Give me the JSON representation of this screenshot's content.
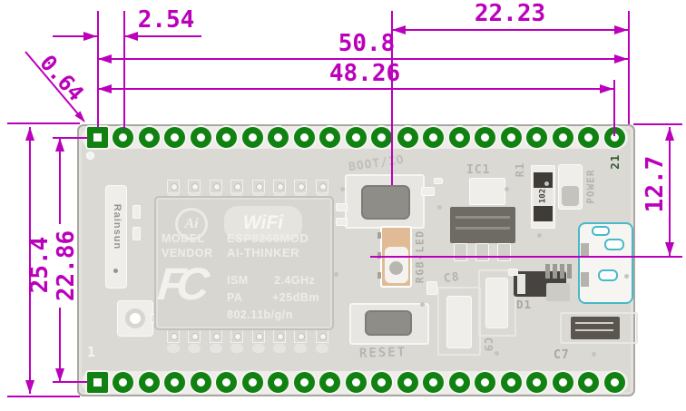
{
  "colors": {
    "dimension": "#bb00bb",
    "pad_green": "#118211",
    "usb_outline": "#49b8c8",
    "silkscreen": "#b6b4ae",
    "pin21_green": "#2d5a33"
  },
  "dimensions": {
    "pitch": "2.54",
    "right_span": "22.23",
    "full_width": "50.8",
    "pin_span": "48.26",
    "pad_offset": "0.64",
    "board_height": "25.4",
    "row_span": "22.86",
    "half_height": "12.7"
  },
  "board": {
    "pin_rows": 2,
    "pins_per_row": 21,
    "pin1_label": "1",
    "pin21_label": "21",
    "antenna_label": "Rainsun",
    "labels": {
      "boot": "BOOT/IO",
      "ic1": "IC1",
      "r1": "R1",
      "power": "POWER",
      "rgb_led": "RGB-LED",
      "reset": "RESET",
      "c8": "C8",
      "c9": "C9",
      "d1": "D1",
      "c7": "C7"
    },
    "r1_marking": "102",
    "module": {
      "logo_ai": "Ai",
      "logo_wifi": "WiFi",
      "fcc": "FC",
      "model_label": "MODEL",
      "model_value": "ESP8266MOD",
      "vendor_label": "VENDOR",
      "vendor_value": "AI-THINKER",
      "ism_label": "ISM",
      "ism_value": "2.4GHz",
      "pa_label": "PA",
      "pa_value": "+25dBm",
      "standard": "802.11b/g/n"
    }
  }
}
